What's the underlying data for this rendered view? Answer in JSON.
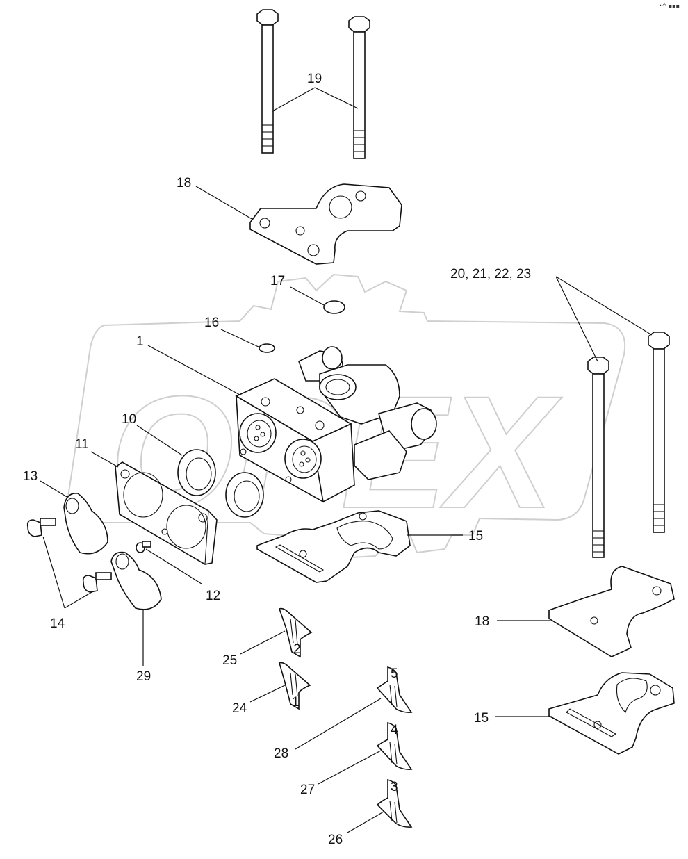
{
  "labels": {
    "p1": "1",
    "p10": "10",
    "p11": "11",
    "p12": "12",
    "p13": "13",
    "p14": "14",
    "p15a": "15",
    "p15b": "15",
    "p16": "16",
    "p17": "17",
    "p18a": "18",
    "p18b": "18",
    "p19": "19",
    "p20_23": "20, 21, 22, 23",
    "p24": "24",
    "p25": "25",
    "p26": "26",
    "p27": "27",
    "p28": "28",
    "p29": "29"
  },
  "decal_numbers": {
    "d25": "2",
    "d24": "1",
    "d28": "5",
    "d27": "4",
    "d26": "3"
  },
  "watermark": "OPEX",
  "watermark_color": "#cfcfcf",
  "line_color": "#111111"
}
